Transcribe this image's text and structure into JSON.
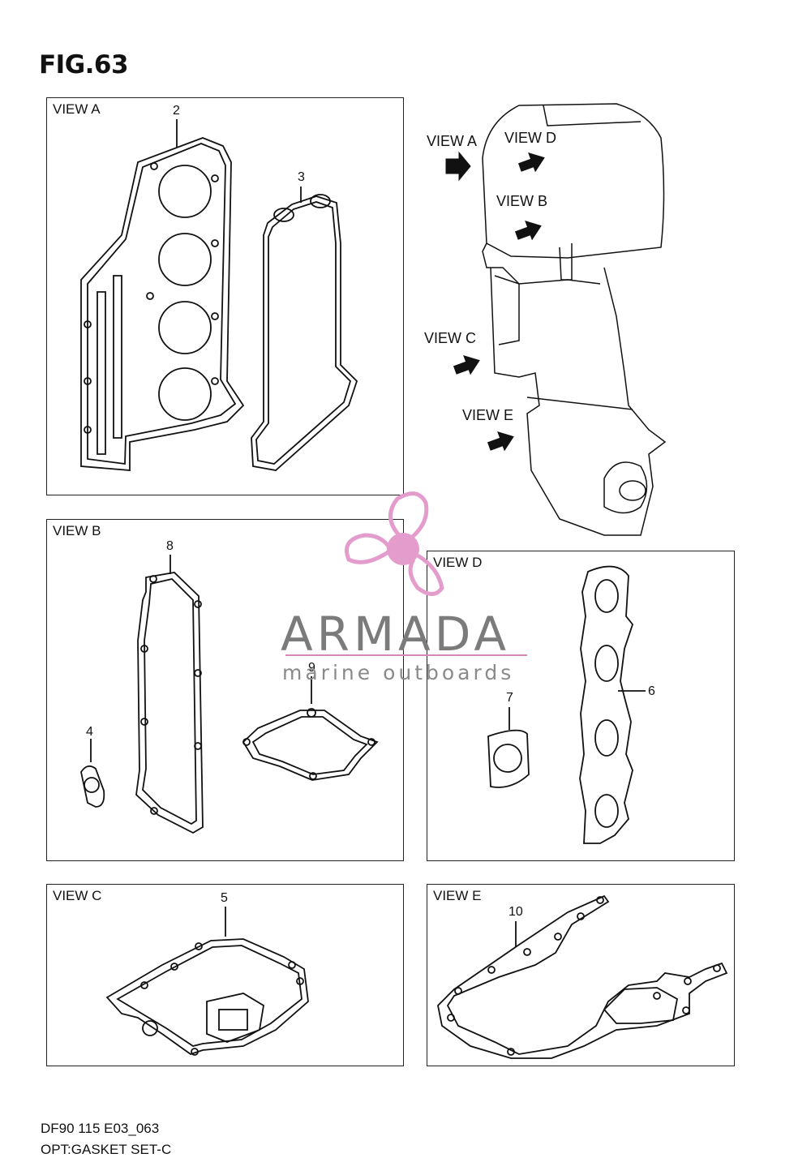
{
  "figure": {
    "title": "FIG.63",
    "footer_code": "DF90 115 E03_063",
    "footer_name": "OPT:GASKET SET-C"
  },
  "panels": {
    "view_a": {
      "label": "VIEW A",
      "parts": [
        "2",
        "3"
      ]
    },
    "view_b": {
      "label": "VIEW B",
      "parts": [
        "8",
        "4",
        "9"
      ]
    },
    "view_c": {
      "label": "VIEW C",
      "parts": [
        "5"
      ]
    },
    "view_d": {
      "label": "VIEW D",
      "parts": [
        "7",
        "6"
      ]
    },
    "view_e": {
      "label": "VIEW E",
      "parts": [
        "10"
      ]
    }
  },
  "engine_views": [
    "VIEW A",
    "VIEW D",
    "VIEW B",
    "VIEW C",
    "VIEW E"
  ],
  "watermark": {
    "name": "ARMADA",
    "tagline": "marine outboards",
    "accent_color": "#e39ccb",
    "text_color": "#7b7b7b"
  },
  "icons": {
    "logo": "propeller-logo-icon",
    "arrow": "view-direction-arrow-icon"
  }
}
